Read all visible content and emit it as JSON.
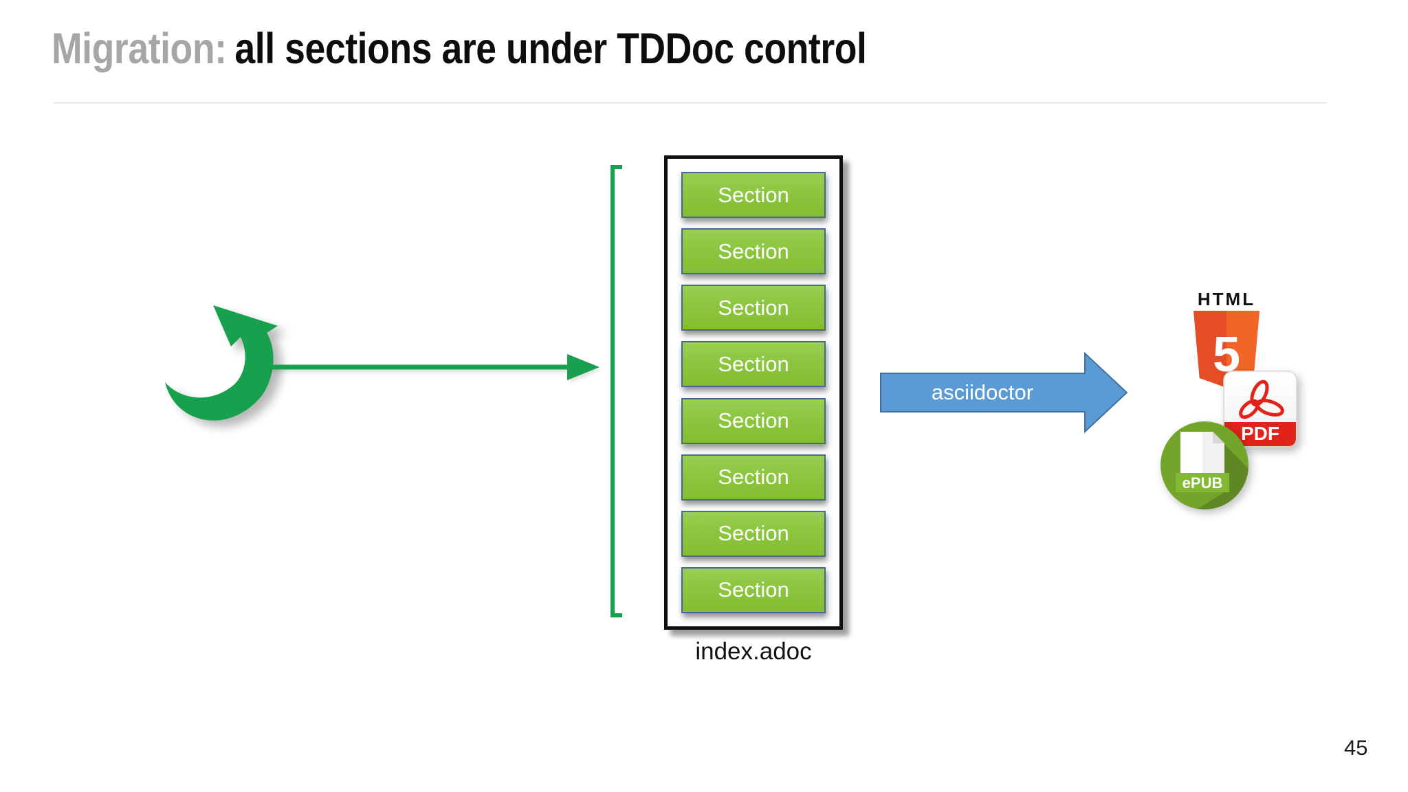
{
  "slide": {
    "title_prefix": "Migration:",
    "title_main": "all sections are under TDDoc control",
    "page_number": "45"
  },
  "diagram": {
    "document_box": {
      "sections": [
        "Section",
        "Section",
        "Section",
        "Section",
        "Section",
        "Section",
        "Section",
        "Section"
      ],
      "caption": "index.adoc"
    },
    "process_arrow": {
      "label": "asciidoctor"
    },
    "outputs": {
      "html_logo": {
        "label_top": "HTML",
        "label_number": "5"
      },
      "pdf_icon": {
        "label": "PDF"
      },
      "epub_icon": {
        "label": "ePUB"
      }
    }
  },
  "colors": {
    "arrow_green": "#17A04E",
    "section_green": "#8CC63F",
    "section_border": "#44698A",
    "asciidoctor_blue": "#5B9BD5",
    "asciidoctor_blue_border": "#41719C",
    "html5_orange": "#E44D26",
    "html5_orange_light": "#F16529",
    "pdf_red": "#E2231A",
    "epub_green": "#74A52B",
    "epub_band_green": "#82B832"
  }
}
